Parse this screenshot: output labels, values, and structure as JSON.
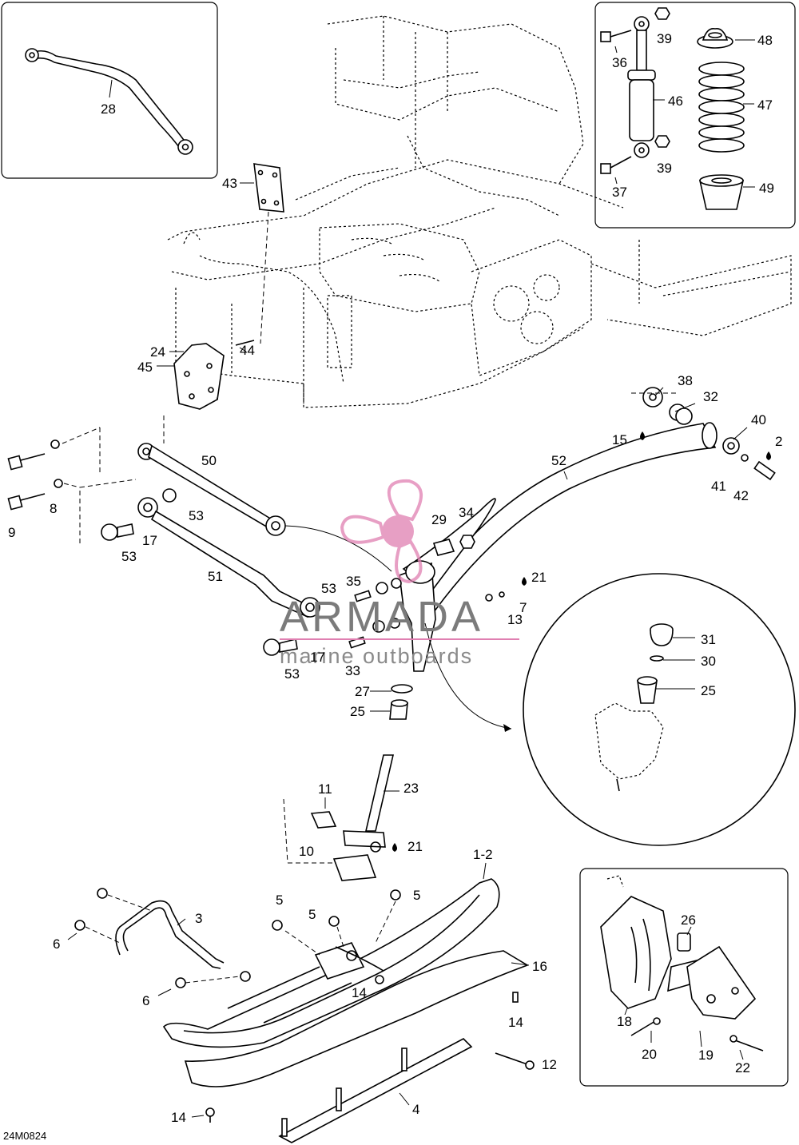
{
  "drawing_code": "24M0824",
  "watermark": {
    "title": "ARMADA",
    "subtitle": "marine outboards",
    "color": "#e07fb1"
  },
  "callouts": [
    {
      "id": "c28",
      "text": "28"
    },
    {
      "id": "c43",
      "text": "43"
    },
    {
      "id": "c36",
      "text": "36"
    },
    {
      "id": "c39a",
      "text": "39"
    },
    {
      "id": "c48",
      "text": "48"
    },
    {
      "id": "c46",
      "text": "46"
    },
    {
      "id": "c47",
      "text": "47"
    },
    {
      "id": "c37",
      "text": "37"
    },
    {
      "id": "c39b",
      "text": "39"
    },
    {
      "id": "c49",
      "text": "49"
    },
    {
      "id": "c24",
      "text": "24"
    },
    {
      "id": "c44",
      "text": "44"
    },
    {
      "id": "c45",
      "text": "45"
    },
    {
      "id": "c38",
      "text": "38"
    },
    {
      "id": "c32",
      "text": "32"
    },
    {
      "id": "c15",
      "text": "15"
    },
    {
      "id": "c40",
      "text": "40"
    },
    {
      "id": "c2",
      "text": "2"
    },
    {
      "id": "c52",
      "text": "52"
    },
    {
      "id": "c41",
      "text": "41"
    },
    {
      "id": "c42",
      "text": "42"
    },
    {
      "id": "c50",
      "text": "50"
    },
    {
      "id": "c9",
      "text": "9"
    },
    {
      "id": "c8",
      "text": "8"
    },
    {
      "id": "c53a",
      "text": "53"
    },
    {
      "id": "c53b",
      "text": "53"
    },
    {
      "id": "c17a",
      "text": "17"
    },
    {
      "id": "c29",
      "text": "29"
    },
    {
      "id": "c34",
      "text": "34"
    },
    {
      "id": "c51",
      "text": "51"
    },
    {
      "id": "c21a",
      "text": "21"
    },
    {
      "id": "c53c",
      "text": "53"
    },
    {
      "id": "c35",
      "text": "35"
    },
    {
      "id": "c7",
      "text": "7"
    },
    {
      "id": "c13",
      "text": "13"
    },
    {
      "id": "c17b",
      "text": "17"
    },
    {
      "id": "c33",
      "text": "33"
    },
    {
      "id": "c53d",
      "text": "53"
    },
    {
      "id": "c31",
      "text": "31"
    },
    {
      "id": "c30",
      "text": "30"
    },
    {
      "id": "c25a",
      "text": "25"
    },
    {
      "id": "c27",
      "text": "27"
    },
    {
      "id": "c25b",
      "text": "25"
    },
    {
      "id": "c23",
      "text": "23"
    },
    {
      "id": "c11",
      "text": "11"
    },
    {
      "id": "c21b",
      "text": "21"
    },
    {
      "id": "c10",
      "text": "10"
    },
    {
      "id": "c1-2",
      "text": "1-2"
    },
    {
      "id": "c5a",
      "text": "5"
    },
    {
      "id": "c5b",
      "text": "5"
    },
    {
      "id": "c5c",
      "text": "5"
    },
    {
      "id": "c3",
      "text": "3"
    },
    {
      "id": "c6a",
      "text": "6"
    },
    {
      "id": "c6b",
      "text": "6"
    },
    {
      "id": "c16",
      "text": "16"
    },
    {
      "id": "c14a",
      "text": "14"
    },
    {
      "id": "c14b",
      "text": "14"
    },
    {
      "id": "c12",
      "text": "12"
    },
    {
      "id": "c4",
      "text": "4"
    },
    {
      "id": "c14c",
      "text": "14"
    },
    {
      "id": "c26",
      "text": "26"
    },
    {
      "id": "c18",
      "text": "18"
    },
    {
      "id": "c20",
      "text": "20"
    },
    {
      "id": "c19",
      "text": "19"
    },
    {
      "id": "c22",
      "text": "22"
    }
  ]
}
